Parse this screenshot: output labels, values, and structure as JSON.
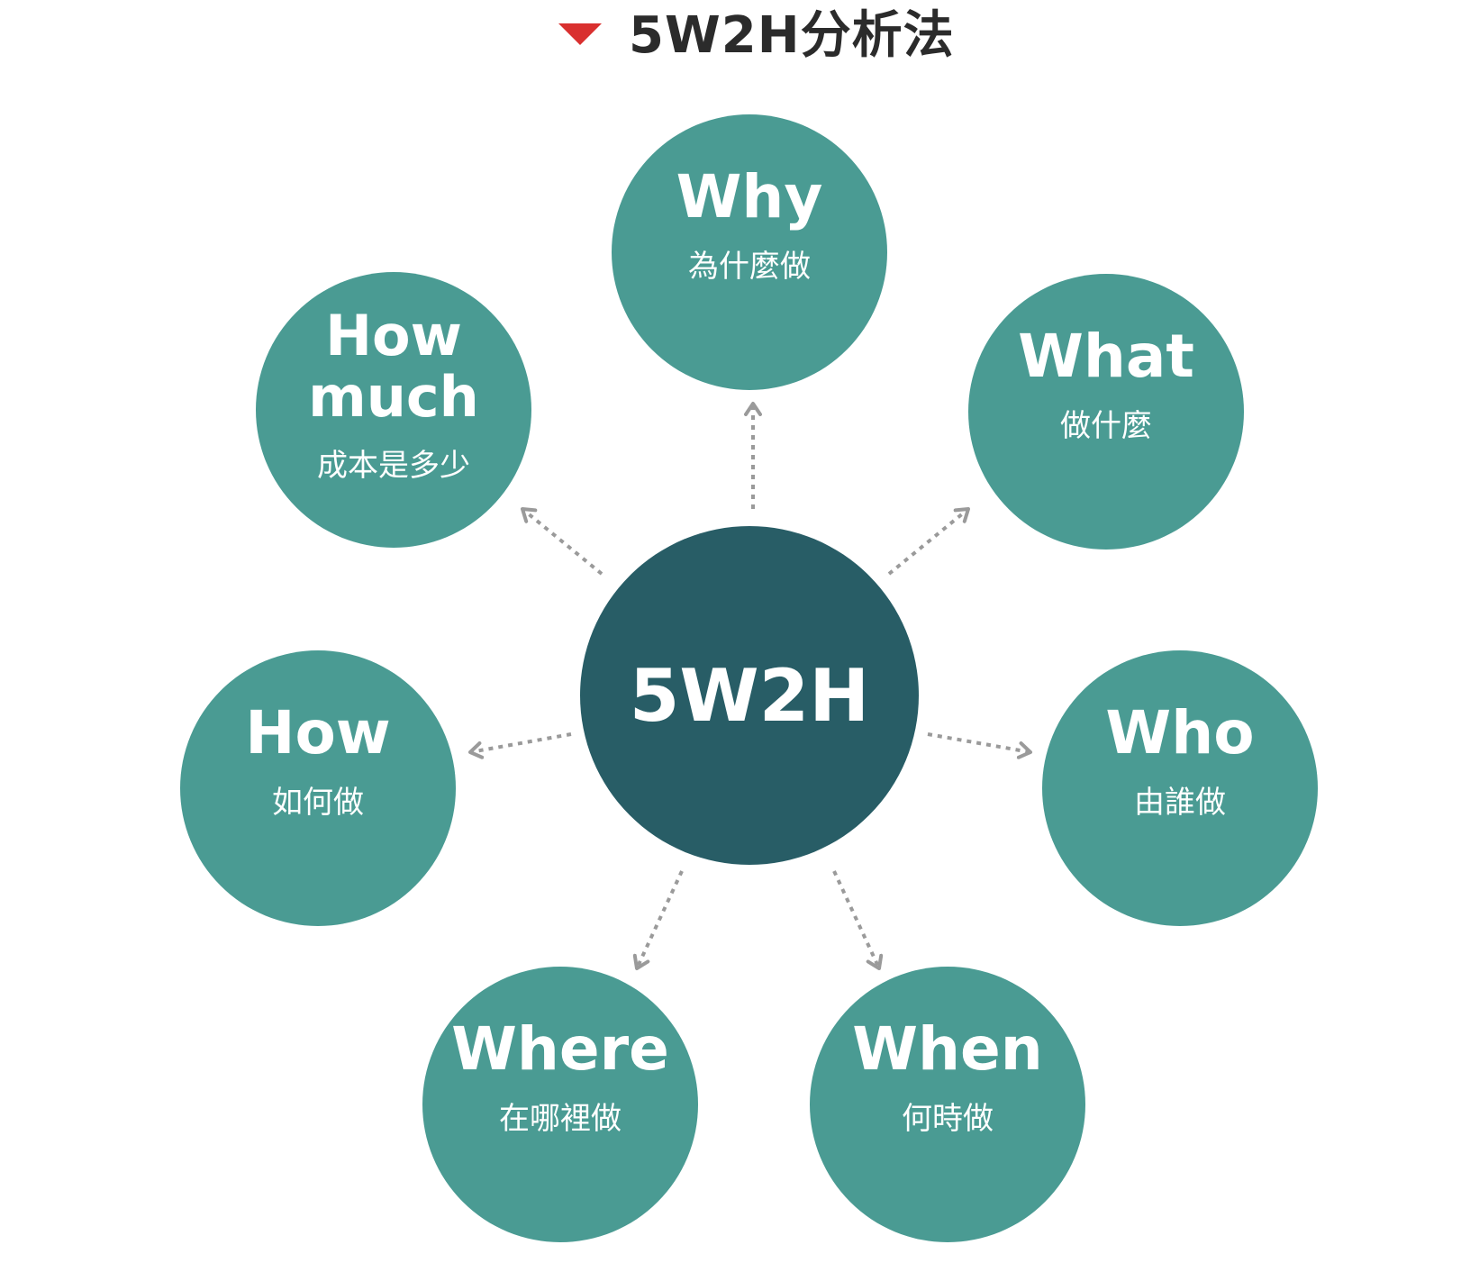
{
  "header": {
    "title": "5W2H分析法",
    "marker_color": "#d9302f"
  },
  "colors": {
    "center_fill": "#285d66",
    "node_fill": "#4a9b93",
    "arrow": "#9a9a9a",
    "text": "#ffffff"
  },
  "center": {
    "label": "5W2H"
  },
  "nodes": [
    {
      "id": "why",
      "title": [
        "Why"
      ],
      "subtitle": "為什麼做"
    },
    {
      "id": "what",
      "title": [
        "What"
      ],
      "subtitle": "做什麼"
    },
    {
      "id": "who",
      "title": [
        "Who"
      ],
      "subtitle": "由誰做"
    },
    {
      "id": "when",
      "title": [
        "When"
      ],
      "subtitle": "何時做"
    },
    {
      "id": "where",
      "title": [
        "Where"
      ],
      "subtitle": "在哪裡做"
    },
    {
      "id": "how",
      "title": [
        "How"
      ],
      "subtitle": "如何做"
    },
    {
      "id": "how-much",
      "title": [
        "How",
        "much"
      ],
      "subtitle": "成本是多少"
    }
  ]
}
